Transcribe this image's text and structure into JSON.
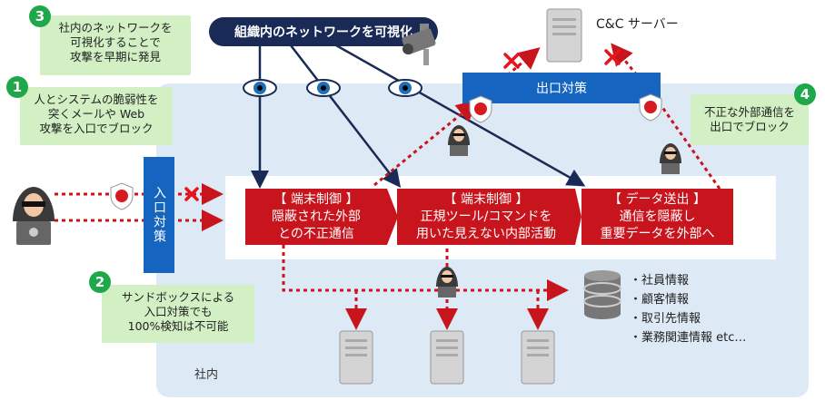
{
  "internal_label": "社内",
  "visualize_title": "組織内のネットワークを可視化",
  "entry_label": "入口対策",
  "exit_label": "出口対策",
  "cc_server": "C&C サーバー",
  "steps": [
    {
      "num": "1",
      "lines": [
        "人とシステムの脆弱性を",
        "突くメールや Web",
        "攻撃を入口でブロック"
      ]
    },
    {
      "num": "2",
      "lines": [
        "サンドボックスによる",
        "入口対策でも",
        "100%検知は不可能"
      ]
    },
    {
      "num": "3",
      "lines": [
        "社内のネットワークを",
        "可視化することで",
        "攻撃を早期に発見"
      ]
    },
    {
      "num": "4",
      "lines": [
        "不正な外部通信を",
        "出口でブロック"
      ]
    }
  ],
  "boxes": [
    {
      "lines": [
        "【 端末制御 】",
        "隠蔽された外部",
        "との不正通信"
      ]
    },
    {
      "lines": [
        "【 端末制御 】",
        "正規ツール/コマンドを",
        "用いた見えない内部活動"
      ]
    },
    {
      "lines": [
        "【 データ送出 】",
        "通信を隠蔽し",
        "重要データを外部へ"
      ]
    }
  ],
  "data_items": [
    "社員情報",
    "顧客情報",
    "取引先情報",
    "業務関連情報 etc…"
  ],
  "colors": {
    "red": "#c8141c",
    "navy": "#1a2a56",
    "blue": "#1565c0",
    "green": "#1ea84a",
    "light_green": "#d2f0c4",
    "internal_bg": "#dde9f5"
  }
}
